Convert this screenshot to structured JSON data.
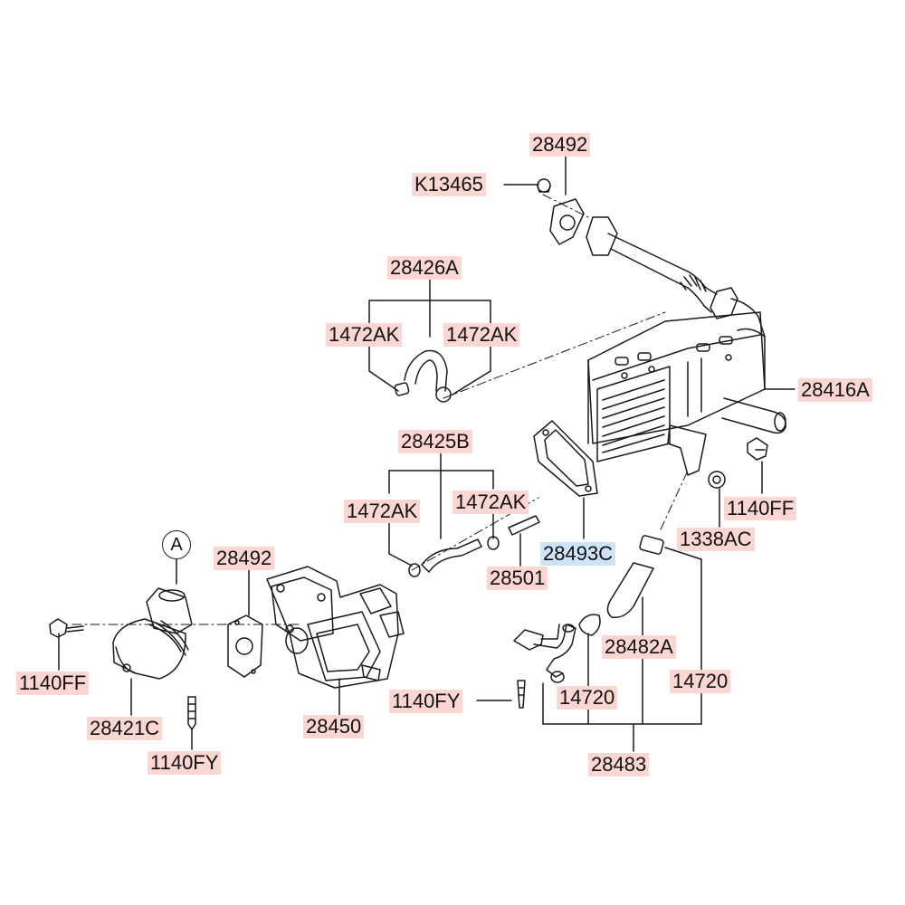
{
  "diagram": {
    "colors": {
      "label_bg": "#fbd6d3",
      "highlight_bg": "#cfe3f7",
      "line": "#1a1a1a"
    },
    "callout": "A",
    "labels": {
      "p28492_top": "28492",
      "pK13465": "K13465",
      "p28426A": "28426A",
      "p1472AK_1": "1472AK",
      "p1472AK_2": "1472AK",
      "p28416A": "28416A",
      "p28425B": "28425B",
      "p1472AK_3": "1472AK",
      "p1472AK_4": "1472AK",
      "p1140FF_right": "1140FF",
      "p1338AC": "1338AC",
      "p28493C": "28493C",
      "p28501": "28501",
      "p28492_mid": "28492",
      "p28482A": "28482A",
      "p14720_a": "14720",
      "p14720_b": "14720",
      "p1140FY_mid": "1140FY",
      "p1140FF_left": "1140FF",
      "p28421C": "28421C",
      "p28450": "28450",
      "p1140FY_bottom": "1140FY",
      "p28483": "28483"
    }
  }
}
